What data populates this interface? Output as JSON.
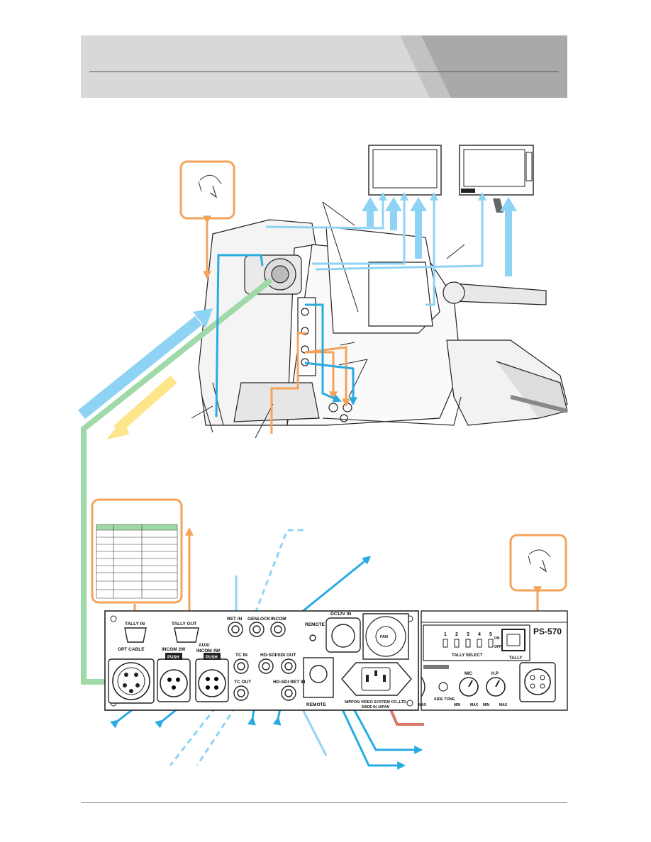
{
  "colors": {
    "header_light": "#d8d8d8",
    "header_dark": "#a9a9a9",
    "blue": "#29abe2",
    "light_blue": "#8fd3f4",
    "orange": "#f5a35b",
    "green": "#9fd9a8",
    "yellow": "#fde58a",
    "red": "#d9776a"
  },
  "panel": {
    "tally_in": "TALLY IN",
    "tally_out": "TALLY OUT",
    "opt_cable": "OPT CABLE",
    "incom_2w": "INCOM 2W",
    "aux_incom_4w_line1": "AUX/",
    "aux_incom_4w_line2": "INCOM 4W",
    "push_a": "PUSH",
    "push_b": "PUSH",
    "ret_in": "RET IN",
    "genlock": "GENLOCK",
    "incom": "INCOM",
    "tc_in": "TC IN",
    "tc_out": "TC OUT",
    "hd_sdi_out": "HD-SDI/SDI OUT",
    "hd_sdi_ret_in": "HD-SDI RET IN",
    "remote_top": "REMOTE",
    "remote_bottom": "REMOTE",
    "dc12v_in": "DC12V IN",
    "fan": "FAN",
    "maker": "NIPPON VIDEO SYSTEM CO.,LTD",
    "made_in": "MADE IN JAPAN"
  },
  "ps570": {
    "model": "PS-570",
    "tally_numbers": [
      "1",
      "2",
      "3",
      "4",
      "5"
    ],
    "on": "ON",
    "off": "OFF",
    "tally_select": "TALLY SELECT",
    "tally": "TALLY",
    "side_tone": "SIDE TONE",
    "mic": "MIC",
    "hp": "H.P",
    "min_a": "MIN",
    "max_a": "MAX",
    "min_b": "MIN",
    "max_b": "MAX",
    "max_c": "MAX"
  }
}
